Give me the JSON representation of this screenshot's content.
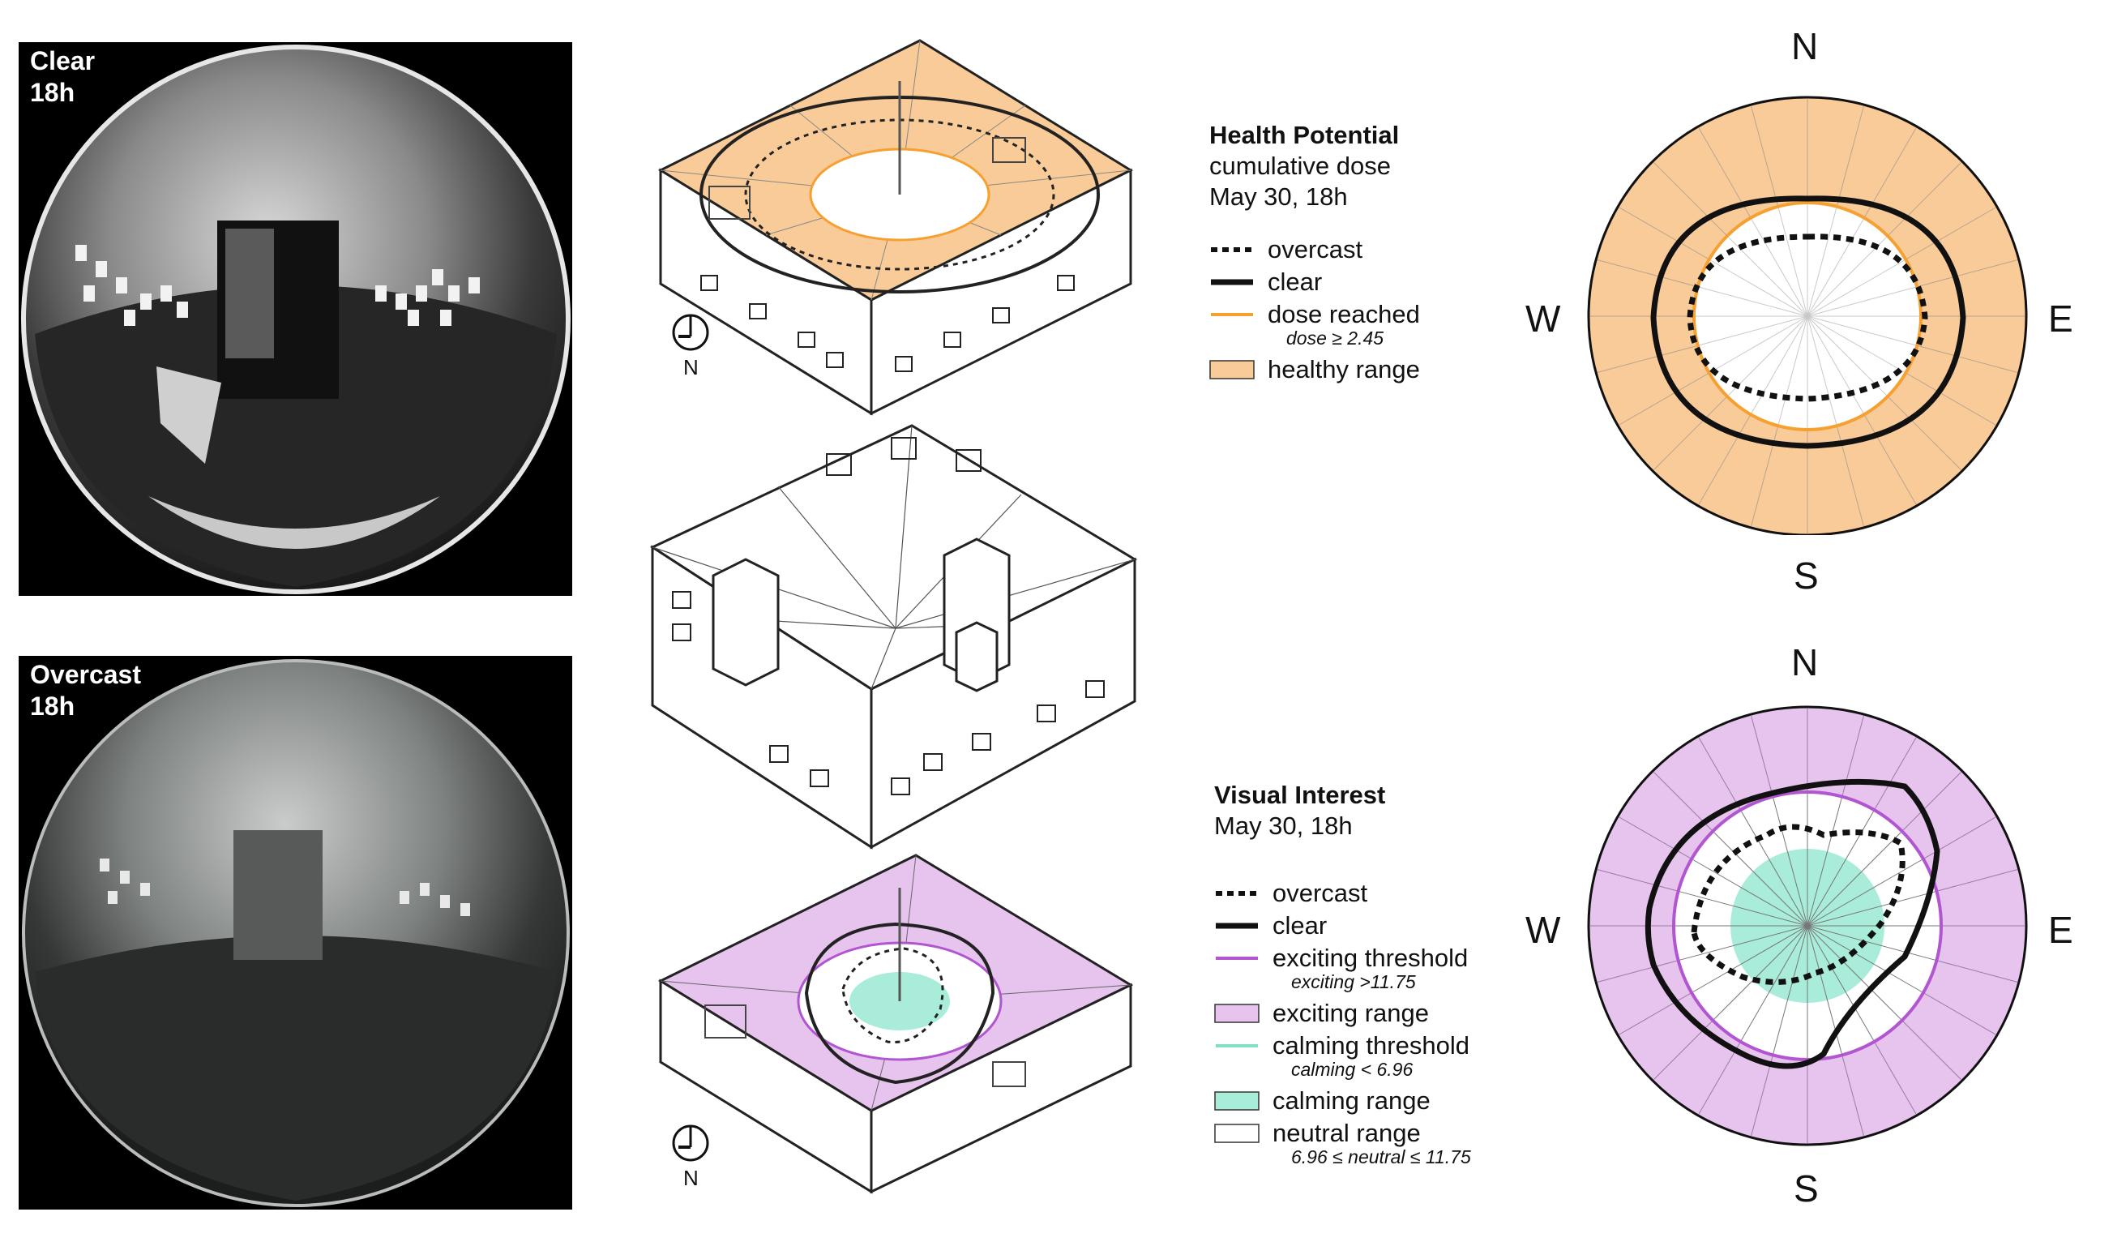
{
  "panels": {
    "clear": {
      "line1": "Clear",
      "line2": "18h"
    },
    "overcast": {
      "line1": "Overcast",
      "line2": "18h"
    }
  },
  "compass": {
    "north": "N"
  },
  "health": {
    "title": "Health Potential",
    "subtitle1": "cumulative dose",
    "subtitle2": "May 30, 18h",
    "legend": {
      "overcast": "overcast",
      "clear": "clear",
      "dose_reached": "dose reached",
      "dose_note": "dose  ≥ 2.45",
      "healthy": "healthy range"
    },
    "polar": {
      "n": "N",
      "e": "E",
      "s": "S",
      "w": "W"
    }
  },
  "visual": {
    "title": "Visual Interest",
    "subtitle": "May 30, 18h",
    "legend": {
      "overcast": "overcast",
      "clear": "clear",
      "exciting_threshold": "exciting threshold",
      "exciting_note": "exciting  >11.75",
      "exciting_range": "exciting range",
      "calming_threshold": "calming threshold",
      "calming_note": "calming < 6.96",
      "calming_range": "calming range",
      "neutral_range": "neutral range",
      "neutral_note": "6.96 ≤ neutral ≤ 11.75"
    },
    "polar": {
      "n": "N",
      "e": "E",
      "s": "S",
      "w": "W"
    }
  },
  "colors": {
    "healthy": "#f9cb98",
    "dose_line": "#f5a030",
    "exciting": "#e6c4ee",
    "exciting_line": "#b155d0",
    "calming": "#a8ecd9",
    "calming_line": "#7fe0c6"
  }
}
